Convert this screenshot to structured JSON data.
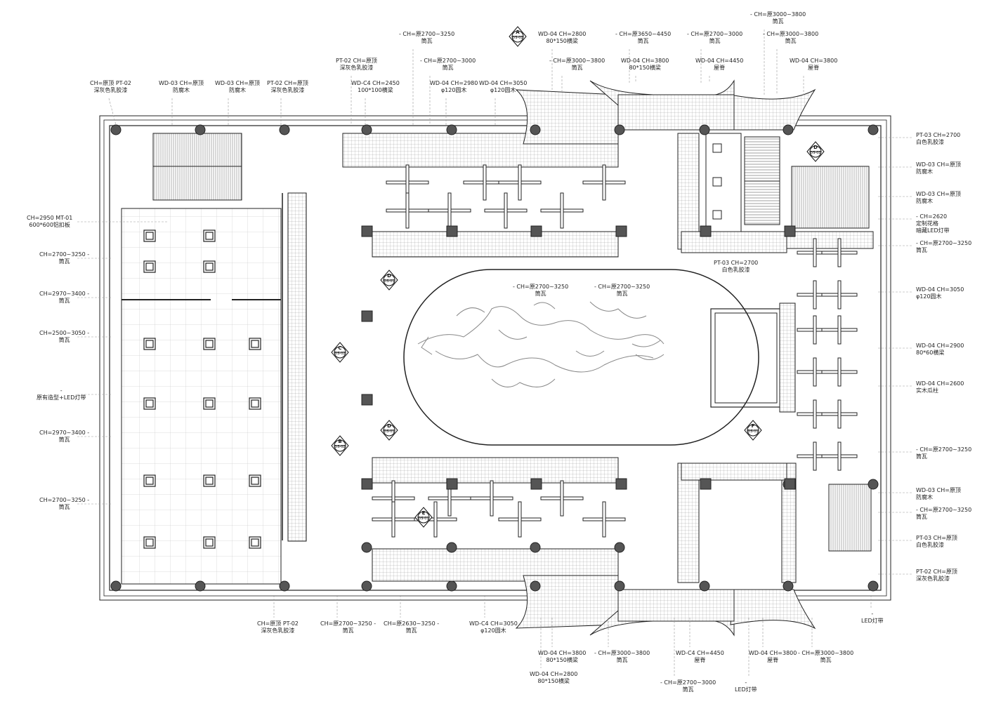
{
  "annotations": {
    "top": [
      {
        "id": "t1",
        "l1": "CH=原顶  PT-02",
        "l2": "深灰色乳胶漆"
      },
      {
        "id": "t2",
        "l1": "WD-03  CH=原顶",
        "l2": "防腐木"
      },
      {
        "id": "t3",
        "l1": "WD-03  CH=原顶",
        "l2": "防腐木"
      },
      {
        "id": "t4",
        "l1": "PT-02  CH=原顶",
        "l2": "深灰色乳胶漆"
      },
      {
        "id": "t5",
        "l1": "PT-02  CH=原顶",
        "l2": "深灰色乳胶漆"
      },
      {
        "id": "t6",
        "l1": "WD-C4  CH=2450",
        "l2": "100*100横梁"
      },
      {
        "id": "t7",
        "l1": "-  CH=原2700~3250",
        "l2": "筒瓦"
      },
      {
        "id": "t8",
        "l1": "-  CH=原2700~3000",
        "l2": "筒瓦"
      },
      {
        "id": "t9",
        "l1": "WD-04  CH=2980",
        "l2": "φ120圆木"
      },
      {
        "id": "t10",
        "l1": "WD-04  CH=3050",
        "l2": "φ120圆木"
      },
      {
        "id": "t11",
        "l1": "WD-04  CH=2800",
        "l2": "80*150横梁"
      },
      {
        "id": "t12",
        "l1": "-  CH=原3000~3800",
        "l2": "筒瓦"
      },
      {
        "id": "t13",
        "l1": "-  CH=原3650~4450",
        "l2": "筒瓦"
      },
      {
        "id": "t14",
        "l1": "WD-04  CH=3800",
        "l2": "80*150横梁"
      },
      {
        "id": "t15",
        "l1": "-  CH=原2700~3000",
        "l2": "筒瓦"
      },
      {
        "id": "t16",
        "l1": "WD-04  CH=4450",
        "l2": "屋脊"
      },
      {
        "id": "t17",
        "l1": "-  CH=原3000~3800",
        "l2": "筒瓦"
      },
      {
        "id": "t18",
        "l1": "-  CH=原3000~3800",
        "l2": "筒瓦"
      },
      {
        "id": "t19",
        "l1": "WD-04  CH=3800",
        "l2": "屋脊"
      }
    ],
    "left": [
      {
        "id": "l1",
        "l1": "CH=2950  MT-01",
        "l2": "600*600铝扣板"
      },
      {
        "id": "l2",
        "l1": "CH=2700~3250  -",
        "l2": "筒瓦"
      },
      {
        "id": "l3",
        "l1": "CH=2970~3400  -",
        "l2": "筒瓦"
      },
      {
        "id": "l4",
        "l1": "CH=2500~3050  -",
        "l2": "筒瓦"
      },
      {
        "id": "l5",
        "l1": "-",
        "l2": "原有造型+LED灯带"
      },
      {
        "id": "l6",
        "l1": "CH=2970~3400  -",
        "l2": "筒瓦"
      },
      {
        "id": "l7",
        "l1": "CH=2700~3250  -",
        "l2": "筒瓦"
      }
    ],
    "right": [
      {
        "id": "r1",
        "l1": "PT-03  CH=2700",
        "l2": "白色乳胶漆"
      },
      {
        "id": "r2",
        "l1": "WD-03  CH=原顶",
        "l2": "防腐木"
      },
      {
        "id": "r3",
        "l1": "WD-03  CH=原顶",
        "l2": "防腐木"
      },
      {
        "id": "r4",
        "l1": "-  CH=2620",
        "l2": "定制花格"
      },
      {
        "id": "r4b",
        "l1": "",
        "l2": "暗藏LED灯带"
      },
      {
        "id": "r5",
        "l1": "-  CH=原2700~3250",
        "l2": "筒瓦"
      },
      {
        "id": "r6",
        "l1": "WD-04  CH=3050",
        "l2": "φ120圆木"
      },
      {
        "id": "r7",
        "l1": "WD-04  CH=2900",
        "l2": "80*60横梁"
      },
      {
        "id": "r8",
        "l1": "WD-04  CH=2600",
        "l2": "实木瓜柱"
      },
      {
        "id": "r9",
        "l1": "-  CH=原2700~3250",
        "l2": "筒瓦"
      },
      {
        "id": "r10",
        "l1": "WD-03  CH=原顶",
        "l2": "防腐木"
      },
      {
        "id": "r11",
        "l1": "-  CH=原2700~3250",
        "l2": "筒瓦"
      },
      {
        "id": "r12",
        "l1": "PT-03  CH=原顶",
        "l2": "白色乳胶漆"
      },
      {
        "id": "r13",
        "l1": "PT-02  CH=原顶",
        "l2": "深灰色乳胶漆"
      }
    ],
    "bottom": [
      {
        "id": "b1",
        "l1": "CH=原顶  PT-02",
        "l2": "深灰色乳胶漆"
      },
      {
        "id": "b2",
        "l1": "CH=原2700~3250  -",
        "l2": "筒瓦"
      },
      {
        "id": "b3",
        "l1": "CH=原2630~3250  -",
        "l2": "筒瓦"
      },
      {
        "id": "b4",
        "l1": "WD-C4  CH=3050",
        "l2": "φ120圆木"
      },
      {
        "id": "b5",
        "l1": "WD-04  CH=3800",
        "l2": "80*150横梁"
      },
      {
        "id": "b6",
        "l1": "WD-04  CH=2800",
        "l2": "80*150横梁"
      },
      {
        "id": "b7",
        "l1": "-  CH=原3000~3800",
        "l2": "筒瓦"
      },
      {
        "id": "b8",
        "l1": "WD-C4  CH=4450",
        "l2": "屋脊"
      },
      {
        "id": "b9",
        "l1": "-  CH=原2700~3000",
        "l2": "筒瓦"
      },
      {
        "id": "b10",
        "l1": "WD-04  CH=3800",
        "l2": "屋脊"
      },
      {
        "id": "b11",
        "l1": "-  CH=原3000~3800",
        "l2": "筒瓦"
      },
      {
        "id": "b12",
        "l1": "-",
        "l2": "LED灯带"
      },
      {
        "id": "b13",
        "l1": "-",
        "l2": "LED灯带"
      }
    ],
    "inner": [
      {
        "id": "i1",
        "l1": "PT-03  CH=2700",
        "l2": "白色乳胶漆"
      },
      {
        "id": "i2",
        "l1": "-  CH=原2700~3250",
        "l2": "筒瓦"
      },
      {
        "id": "i3",
        "l1": "-  CH=原2700~3250",
        "l2": "筒瓦"
      }
    ]
  },
  "section_markers": [
    {
      "id": "A",
      "letter": "A",
      "sheet": "DS-02"
    },
    {
      "id": "C",
      "letter": "C",
      "sheet": "DS-02"
    },
    {
      "id": "B",
      "letter": "B",
      "sheet": "DS-02"
    },
    {
      "id": "D1",
      "letter": "D",
      "sheet": "DS-01"
    },
    {
      "id": "D2",
      "letter": "D",
      "sheet": "DS-01"
    },
    {
      "id": "D3",
      "letter": "D",
      "sheet": "DS-02"
    },
    {
      "id": "E",
      "letter": "E",
      "sheet": "DS-01"
    },
    {
      "id": "F",
      "letter": "F",
      "sheet": "DS-01"
    }
  ],
  "colors": {
    "line": "#222222",
    "hatch": "#888888",
    "fill_dark": "#555555",
    "bg": "#ffffff"
  }
}
